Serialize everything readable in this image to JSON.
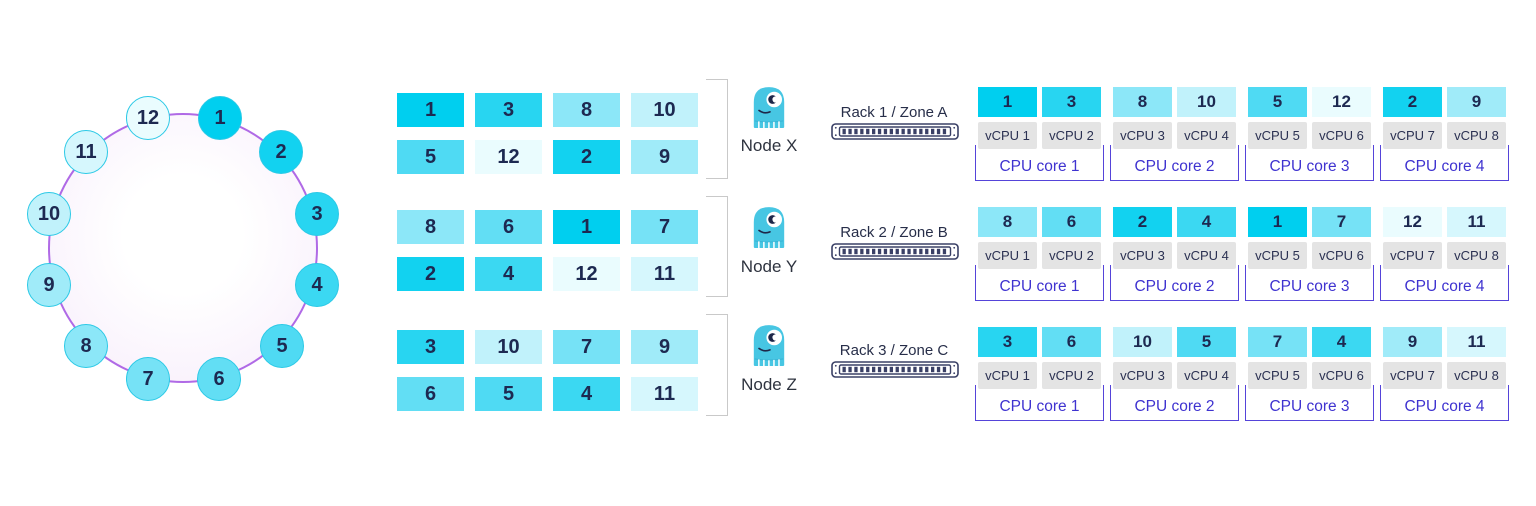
{
  "palette": {
    "shard_colors": {
      "1": "#00cfef",
      "2": "#12d2f0",
      "3": "#28d5f1",
      "4": "#3bd8f2",
      "5": "#4fdaf3",
      "6": "#62def4",
      "7": "#76e2f6",
      "8": "#8ce7f8",
      "9": "#a0ebf9",
      "10": "#c1f2fb",
      "11": "#d6f7fd",
      "12": "#eafcfe"
    },
    "ring_stroke": "#b06ae6",
    "core_accent": "#3f33d0",
    "bracket_gray": "#c9c9c9",
    "mascot_color": "#47c6e3",
    "text_navy": "#1d2951"
  },
  "icons": {
    "node": "scylla-mascot-icon",
    "rack": "server-rack-icon"
  },
  "ring": {
    "tokens": [
      "1",
      "2",
      "3",
      "4",
      "5",
      "6",
      "7",
      "8",
      "9",
      "10",
      "11",
      "12"
    ]
  },
  "nodes": [
    {
      "name": "Node X",
      "rack": "Rack 1 / Zone A",
      "tablets": [
        "1",
        "3",
        "8",
        "10",
        "5",
        "12",
        "2",
        "9"
      ],
      "cores": [
        {
          "label": "CPU core 1",
          "vcpus": [
            {
              "label": "vCPU 1",
              "shard": "1"
            },
            {
              "label": "vCPU 2",
              "shard": "3"
            }
          ]
        },
        {
          "label": "CPU core 2",
          "vcpus": [
            {
              "label": "vCPU 3",
              "shard": "8"
            },
            {
              "label": "vCPU 4",
              "shard": "10"
            }
          ]
        },
        {
          "label": "CPU core 3",
          "vcpus": [
            {
              "label": "vCPU 5",
              "shard": "5"
            },
            {
              "label": "vCPU 6",
              "shard": "12"
            }
          ]
        },
        {
          "label": "CPU core 4",
          "vcpus": [
            {
              "label": "vCPU 7",
              "shard": "2"
            },
            {
              "label": "vCPU 8",
              "shard": "9"
            }
          ]
        }
      ]
    },
    {
      "name": "Node Y",
      "rack": "Rack 2 / Zone B",
      "tablets": [
        "8",
        "6",
        "1",
        "7",
        "2",
        "4",
        "12",
        "11"
      ],
      "cores": [
        {
          "label": "CPU core 1",
          "vcpus": [
            {
              "label": "vCPU 1",
              "shard": "8"
            },
            {
              "label": "vCPU 2",
              "shard": "6"
            }
          ]
        },
        {
          "label": "CPU core 2",
          "vcpus": [
            {
              "label": "vCPU 3",
              "shard": "2"
            },
            {
              "label": "vCPU 4",
              "shard": "4"
            }
          ]
        },
        {
          "label": "CPU core 3",
          "vcpus": [
            {
              "label": "vCPU 5",
              "shard": "1"
            },
            {
              "label": "vCPU 6",
              "shard": "7"
            }
          ]
        },
        {
          "label": "CPU core 4",
          "vcpus": [
            {
              "label": "vCPU 7",
              "shard": "12"
            },
            {
              "label": "vCPU 8",
              "shard": "11"
            }
          ]
        }
      ]
    },
    {
      "name": "Node Z",
      "rack": "Rack 3 / Zone C",
      "tablets": [
        "3",
        "10",
        "7",
        "9",
        "6",
        "5",
        "4",
        "11"
      ],
      "cores": [
        {
          "label": "CPU core 1",
          "vcpus": [
            {
              "label": "vCPU 1",
              "shard": "3"
            },
            {
              "label": "vCPU 2",
              "shard": "6"
            }
          ]
        },
        {
          "label": "CPU core 2",
          "vcpus": [
            {
              "label": "vCPU 3",
              "shard": "10"
            },
            {
              "label": "vCPU 4",
              "shard": "5"
            }
          ]
        },
        {
          "label": "CPU core 3",
          "vcpus": [
            {
              "label": "vCPU 5",
              "shard": "7"
            },
            {
              "label": "vCPU 6",
              "shard": "4"
            }
          ]
        },
        {
          "label": "CPU core 4",
          "vcpus": [
            {
              "label": "vCPU 7",
              "shard": "9"
            },
            {
              "label": "vCPU 8",
              "shard": "11"
            }
          ]
        }
      ]
    }
  ]
}
